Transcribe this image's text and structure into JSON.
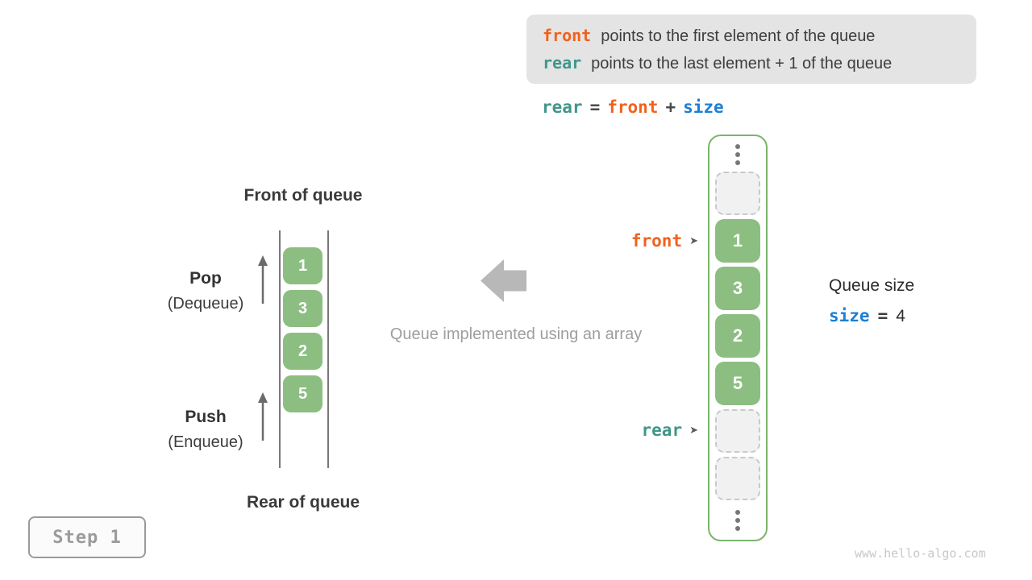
{
  "colors": {
    "accent_orange": "#f2611b",
    "accent_teal": "#3f968a",
    "accent_blue": "#1c7fd5",
    "cell_green": "#8cbe82",
    "container_green_border": "#7ab56b",
    "note_background": "#e4e4e4",
    "muted_gray": "#9e9e9e"
  },
  "note_box": {
    "line1_code": "front",
    "line1_text": "points to the first element of the queue",
    "line2_code": "rear",
    "line2_text": "points to the last element + 1 of the queue"
  },
  "formula": {
    "rear": "rear",
    "equals": "=",
    "front": "front",
    "plus": "+",
    "size": "size"
  },
  "left_queue": {
    "front_label": "Front of queue",
    "rear_label": "Rear of queue",
    "pop_label": "Pop",
    "pop_sub_label": "(Dequeue)",
    "push_label": "Push",
    "push_sub_label": "(Enqueue)",
    "values": [
      "1",
      "3",
      "2",
      "5"
    ]
  },
  "middle": {
    "caption": "Queue implemented using an array"
  },
  "array_column": {
    "cells": [
      "ellipsis",
      "empty",
      "1",
      "3",
      "2",
      "5",
      "empty",
      "empty",
      "ellipsis"
    ],
    "front_pointer_label": "front",
    "rear_pointer_label": "rear",
    "pointer_arrow": "➤"
  },
  "queue_size": {
    "title": "Queue size",
    "code": "size",
    "equals": "=",
    "value": "4"
  },
  "step_badge": {
    "label": "Step 1"
  },
  "watermark": "www.hello-algo.com"
}
